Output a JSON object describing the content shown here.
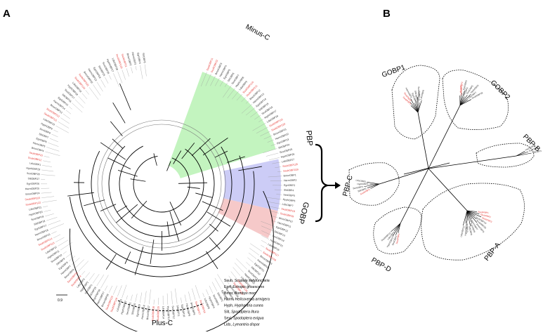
{
  "panel_a": {
    "label": "A",
    "clades": {
      "minus_c": "Minus-C",
      "pbp": "PBP",
      "gobp": "GOBP",
      "plus_c": "Plus-C"
    },
    "scale_bar": "0.9",
    "legend": [
      {
        "abbr": "Ssub",
        "species": "Scopula subpunctaria",
        "highlight": true
      },
      {
        "abbr": "Egri",
        "species": "Ectropis grisescens",
        "highlight": false
      },
      {
        "abbr": "Bmor",
        "species": "Bombyx mori",
        "highlight": false
      },
      {
        "abbr": "Harm",
        "species": "Helicoverpa armigera",
        "highlight": false
      },
      {
        "abbr": "Hyph",
        "species": "Hyphantria cunea",
        "highlight": false
      },
      {
        "abbr": "Slit",
        "species": "Spodoptera litura",
        "highlight": false
      },
      {
        "abbr": "Sexi",
        "species": "Spodoptera exigua",
        "highlight": false
      },
      {
        "abbr": "Lids",
        "species": "Lymantria dispar",
        "highlight": false
      }
    ],
    "leaf_samples": [
      "SsubOBP1",
      "SsubOBP2",
      "BmorOBP",
      "HarmOBP",
      "EgriOBP",
      "SlitOBP",
      "SexiOBP",
      "HyphOBP",
      "LdisOBP"
    ]
  },
  "panel_b": {
    "label": "B",
    "clades": {
      "gobp1": "GOBP1",
      "gobp2": "GOBP2",
      "pbp_b": "PBP-B",
      "pbp_c": "PBP-C",
      "pbp_a": "PBP-A",
      "pbp_d": "PBP-D"
    }
  },
  "colors": {
    "minus_c_fill": "#b9f2b4",
    "pbp_fill": "#c3c3f5",
    "gobp_fill": "#f5c0c0",
    "highlight_text": "#e53935",
    "branch": "#000000",
    "leaf_text": "#333333"
  }
}
